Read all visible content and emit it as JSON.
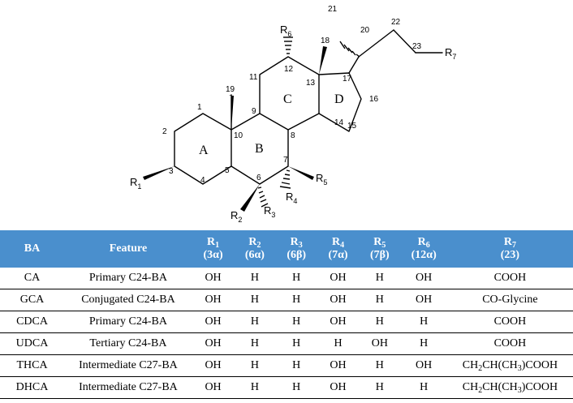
{
  "structure": {
    "ring_labels": {
      "A": "A",
      "B": "B",
      "C": "C",
      "D": "D"
    },
    "atom_numbers": {
      "n1": "1",
      "n2": "2",
      "n3": "3",
      "n4": "4",
      "n5": "5",
      "n6": "6",
      "n7": "7",
      "n8": "8",
      "n9": "9",
      "n10": "10",
      "n11": "11",
      "n12": "12",
      "n13": "13",
      "n14": "14",
      "n15": "15",
      "n16": "16",
      "n17": "17",
      "n18": "18",
      "n19": "19",
      "n20": "20",
      "n21": "21",
      "n22": "22",
      "n23": "23"
    },
    "substituents": {
      "r1": {
        "base": "R",
        "sub": "1"
      },
      "r2": {
        "base": "R",
        "sub": "2"
      },
      "r3": {
        "base": "R",
        "sub": "3"
      },
      "r4": {
        "base": "R",
        "sub": "4"
      },
      "r5": {
        "base": "R",
        "sub": "5"
      },
      "r6": {
        "base": "R",
        "sub": "6"
      },
      "r7": {
        "base": "R",
        "sub": "7"
      }
    }
  },
  "table": {
    "header": {
      "ba": "BA",
      "feature": "Feature",
      "r_cols": [
        {
          "base": "R",
          "sub": "1",
          "pos": "(3α)"
        },
        {
          "base": "R",
          "sub": "2",
          "pos": "(6α)"
        },
        {
          "base": "R",
          "sub": "3",
          "pos": "(6β)"
        },
        {
          "base": "R",
          "sub": "4",
          "pos": "(7α)"
        },
        {
          "base": "R",
          "sub": "5",
          "pos": "(7β)"
        },
        {
          "base": "R",
          "sub": "6",
          "pos": "(12α)"
        },
        {
          "base": "R",
          "sub": "7",
          "pos": "(23)"
        }
      ]
    },
    "rows": [
      {
        "ba": "CA",
        "feature": "Primary C24-BA",
        "r1": "OH",
        "r2": "H",
        "r3": "H",
        "r4": "OH",
        "r5": "H",
        "r6": "OH",
        "r7": "COOH"
      },
      {
        "ba": "GCA",
        "feature": "Conjugated C24-BA",
        "r1": "OH",
        "r2": "H",
        "r3": "H",
        "r4": "OH",
        "r5": "H",
        "r6": "OH",
        "r7": "CO-Glycine"
      },
      {
        "ba": "CDCA",
        "feature": "Primary C24-BA",
        "r1": "OH",
        "r2": "H",
        "r3": "H",
        "r4": "OH",
        "r5": "H",
        "r6": "H",
        "r7": "COOH"
      },
      {
        "ba": "UDCA",
        "feature": "Tertiary C24-BA",
        "r1": "OH",
        "r2": "H",
        "r3": "H",
        "r4": "H",
        "r5": "OH",
        "r6": "H",
        "r7": "COOH"
      },
      {
        "ba": "THCA",
        "feature": "Intermediate C27-BA",
        "r1": "OH",
        "r2": "H",
        "r3": "H",
        "r4": "OH",
        "r5": "H",
        "r6": "OH",
        "r7": "CH2CH(CH3)COOH"
      },
      {
        "ba": "DHCA",
        "feature": "Intermediate C27-BA",
        "r1": "OH",
        "r2": "H",
        "r3": "H",
        "r4": "OH",
        "r5": "H",
        "r6": "H",
        "r7": "CH2CH(CH3)COOH"
      }
    ]
  }
}
